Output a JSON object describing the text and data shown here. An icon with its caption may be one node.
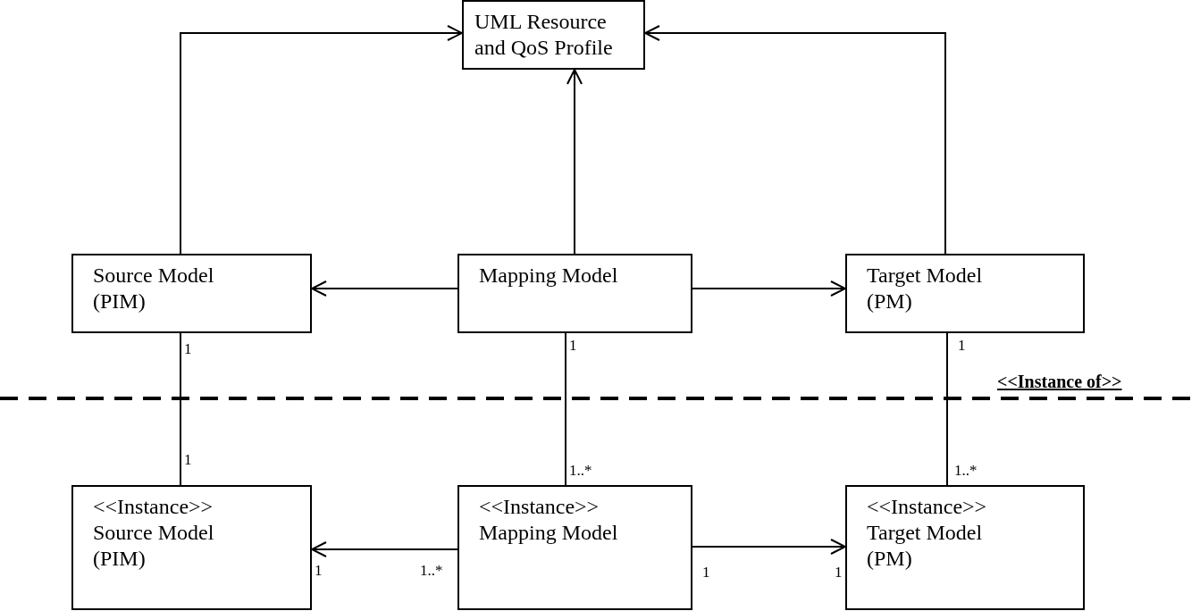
{
  "diagram": {
    "nodes": [
      {
        "text": [
          "UML Resource and QoS Profile"
        ]
      },
      {
        "text": [
          "Source Model (PIM)"
        ]
      },
      {
        "text": [
          "Mapping Model"
        ]
      },
      {
        "text": [
          "Target Model (PM)"
        ]
      },
      {
        "text": [
          "<<Instance>> Source Model (PIM)"
        ]
      },
      {
        "text": [
          "<<Instance>> Mapping Model"
        ]
      },
      {
        "text": [
          "<<Instance>> Target Model (PM)"
        ]
      }
    ],
    "edges": [
      {
        "from": 1,
        "to": 0,
        "arrow": "to"
      },
      {
        "from": 2,
        "to": 0,
        "arrow": "to"
      },
      {
        "from": 3,
        "to": 0,
        "arrow": "to"
      },
      {
        "from": 2,
        "to": 1,
        "arrow": "to"
      },
      {
        "from": 2,
        "to": 3,
        "arrow": "to"
      },
      {
        "from": 1,
        "to": 4,
        "arrow": "none"
      },
      {
        "from": 2,
        "to": 5,
        "arrow": "none"
      },
      {
        "from": 3,
        "to": 6,
        "arrow": "none"
      },
      {
        "from": 5,
        "to": 4,
        "arrow": "to"
      },
      {
        "from": 5,
        "to": 6,
        "arrow": "to"
      }
    ],
    "labels": [
      "1",
      "1",
      "1",
      "<<Instance of>>",
      "1",
      "1..*",
      "1..*",
      "1",
      "1..*",
      "1",
      "1"
    ]
  }
}
